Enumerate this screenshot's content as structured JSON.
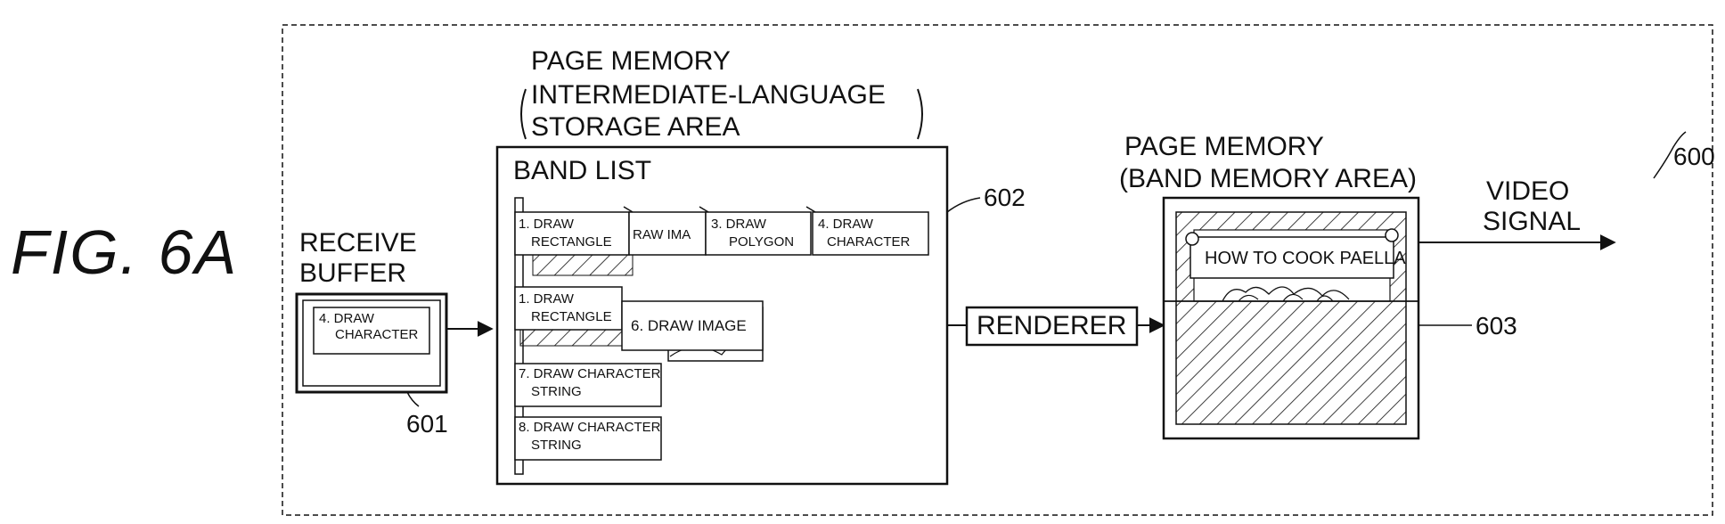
{
  "figure_label": "FIG. 6A",
  "outer_ref": "600",
  "receive_buffer": {
    "title_line1": "RECEIVE",
    "title_line2": "BUFFER",
    "item_line1": "4. DRAW",
    "item_line2": "CHARACTER",
    "ref": "601"
  },
  "page_memory": {
    "title_line1": "PAGE  MEMORY",
    "title_line2": "INTERMEDIATE-LANGUAGE",
    "title_line3": "STORAGE  AREA",
    "band_list": "BAND  LIST",
    "ref": "602",
    "items": {
      "r1_a1": "1. DRAW",
      "r1_a2": "RECTANGLE",
      "r1_b": "RAW  IMA",
      "r1_c1": "3. DRAW",
      "r1_c2": "POLYGON",
      "r1_d1": "4. DRAW",
      "r1_d2": "CHARACTER",
      "r2_a1": "1. DRAW",
      "r2_a2": "RECTANGLE",
      "r2_b": "6. DRAW IMAGE",
      "r3_1": "7. DRAW CHARACTER",
      "r3_2": "STRING",
      "r4_1": "8. DRAW CHARACTER",
      "r4_2": "STRING"
    }
  },
  "renderer": "RENDERER",
  "band_memory": {
    "title_line1": "PAGE  MEMORY",
    "title_line2": "(BAND  MEMORY  AREA)",
    "banner": "HOW TO COOK PAELLA",
    "ref": "603"
  },
  "output": {
    "line1": "VIDEO",
    "line2": "SIGNAL"
  }
}
